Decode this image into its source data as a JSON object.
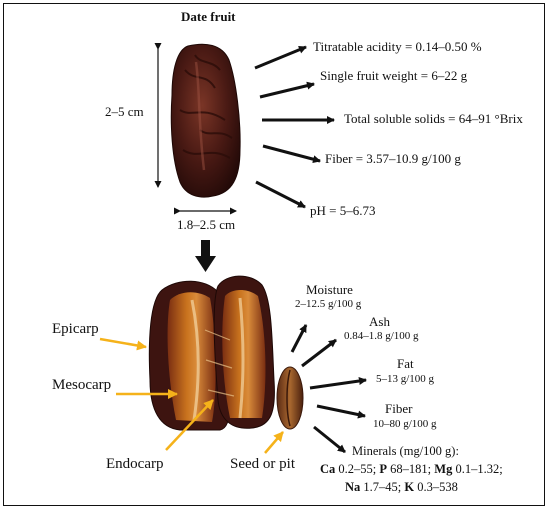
{
  "title": "Date fruit",
  "fruit_dims": {
    "length": "2–5 cm",
    "width": "1.8–2.5 cm"
  },
  "properties": [
    "Titratable acidity = 0.14–0.50 %",
    "Single fruit weight = 6–22 g",
    "Total soluble solids = 64–91 °Brix",
    "Fiber = 3.57–10.9 g/100 g",
    "pH = 5–6.73"
  ],
  "parts": {
    "epicarp": "Epicarp",
    "mesocarp": "Mesocarp",
    "endocarp": "Endocarp",
    "seed": "Seed or pit"
  },
  "composition": {
    "moisture": {
      "label": "Moisture",
      "value": "2–12.5 g/100 g"
    },
    "ash": {
      "label": "Ash",
      "value": "0.84–1.8 g/100 g"
    },
    "fat": {
      "label": "Fat",
      "value": "5–13 g/100 g"
    },
    "fiber": {
      "label": "Fiber",
      "value": "10–80 g/100 g"
    },
    "minerals": {
      "label": "Minerals (mg/100 g):",
      "ca_sym": "Ca",
      "ca_val": " 0.2–55; ",
      "p_sym": "P",
      "p_val": " 68–181; ",
      "mg_sym": "Mg",
      "mg_val": " 0.1–1.32;",
      "na_sym": "Na",
      "na_val": " 1.7–45; ",
      "k_sym": "K",
      "k_val": " 0.3–538"
    }
  },
  "colors": {
    "black_arrow": "#111111",
    "yellow_arrow": "#f5b21a",
    "date_skin": "#4a1a14",
    "flesh": "#c9731e"
  }
}
